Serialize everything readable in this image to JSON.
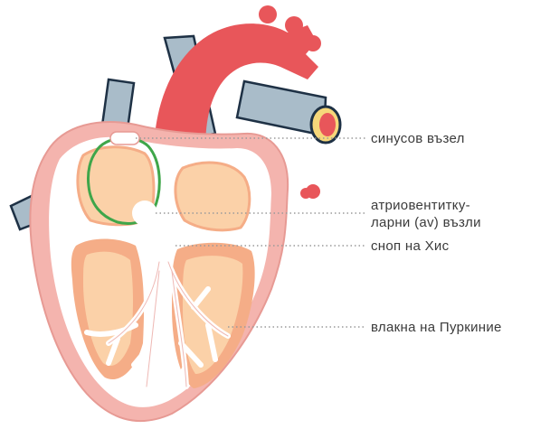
{
  "labels": {
    "sinus_node": "синусов възел",
    "av_node_line1": "атриовентитку-",
    "av_node_line2": "ларни (av) възли",
    "his_bundle": "сноп на Хис",
    "purkinje": "влакна на Пуркиние"
  },
  "colors": {
    "vein": "#a9bcc9",
    "vein_dark": "#1e3145",
    "aorta": "#e8565a",
    "outer_wall": "#f4b4ae",
    "chamber_fill": "#fbd1a8",
    "chamber_dark": "#f5ad87",
    "conduction": "#ffffff",
    "sinus_ring": "#3fa64a",
    "label_text": "#3b3b3b",
    "leader": "#9a9a9a"
  },
  "icons": [
    "heart-anatomy-illustration"
  ]
}
